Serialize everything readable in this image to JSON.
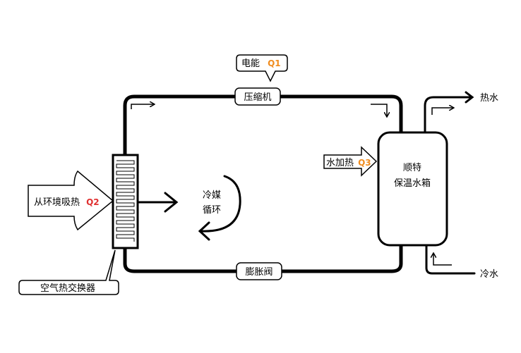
{
  "labels": {
    "electric_energy": "电能",
    "q1": "Q1",
    "compressor": "压缩机",
    "absorb_heat": "从环境吸热",
    "q2": "Q2",
    "refrigerant_cycle_line1": "冷媒",
    "refrigerant_cycle_line2": "循环",
    "water_heating": "水加热",
    "q3": "Q3",
    "tank_line1": "顺特",
    "tank_line2": "保温水箱",
    "hot_water": "热水",
    "cold_water": "冷水",
    "expansion_valve": "膨胀阀",
    "air_heat_exchanger": "空气热交换器"
  },
  "colors": {
    "q_accent": "#f08c1e",
    "q2_accent": "#e03030",
    "line": "#000000"
  }
}
